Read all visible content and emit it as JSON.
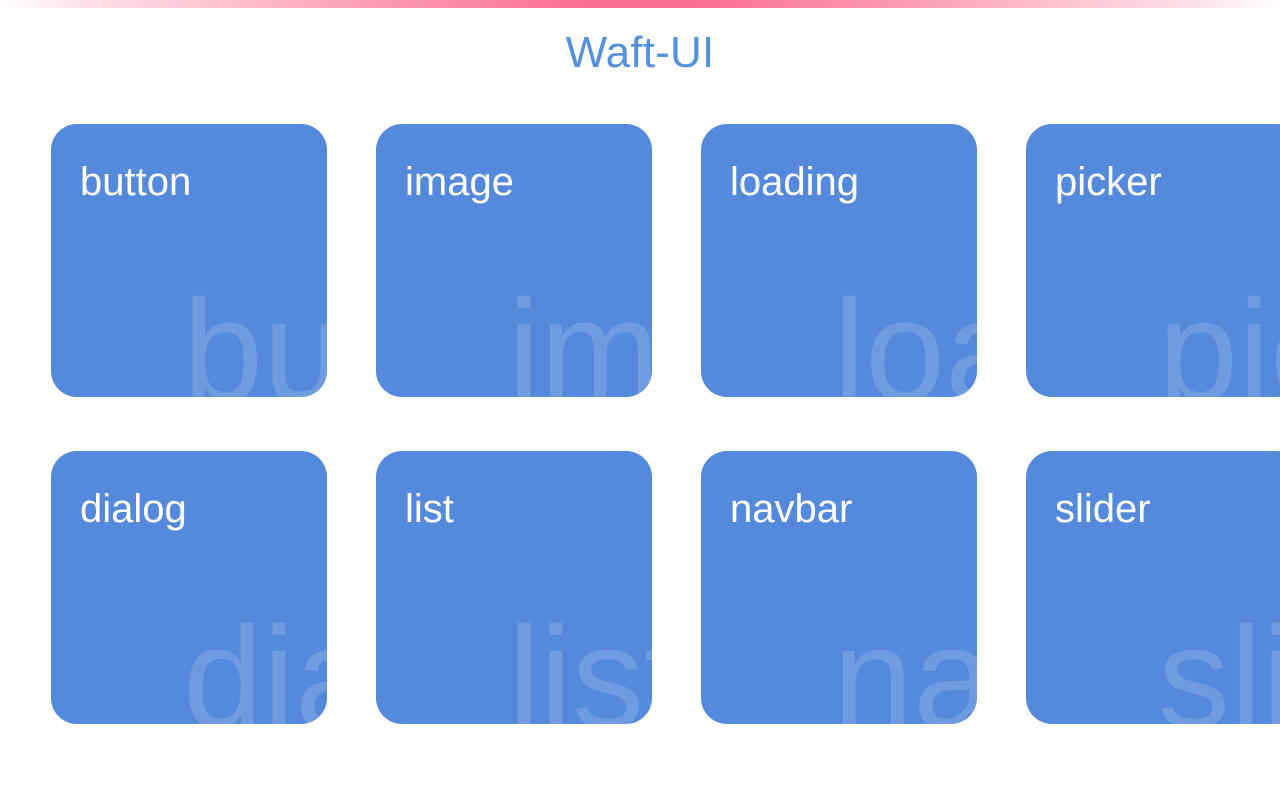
{
  "theme": {
    "accent_blue": "#5490dc",
    "card_blue": "#5489db",
    "accent_pink": "#fa6d93",
    "label_color": "#ffffff",
    "page_background": "#ffffff"
  },
  "top_bar": {
    "name": "gradient-accent-bar",
    "gradient_from": "#ffffff",
    "gradient_mid": "#fa6d93",
    "gradient_to": "#ffffff"
  },
  "header": {
    "title": "Waft-UI"
  },
  "grid": {
    "columns": 4,
    "rows": 2,
    "cards": [
      {
        "label": "button",
        "ghost": "button"
      },
      {
        "label": "image",
        "ghost": "image"
      },
      {
        "label": "loading",
        "ghost": "loading"
      },
      {
        "label": "picker",
        "ghost": "picker"
      },
      {
        "label": "dialog",
        "ghost": "dialog"
      },
      {
        "label": "list",
        "ghost": "list"
      },
      {
        "label": "navbar",
        "ghost": "navbar"
      },
      {
        "label": "slider",
        "ghost": "slider"
      }
    ]
  }
}
